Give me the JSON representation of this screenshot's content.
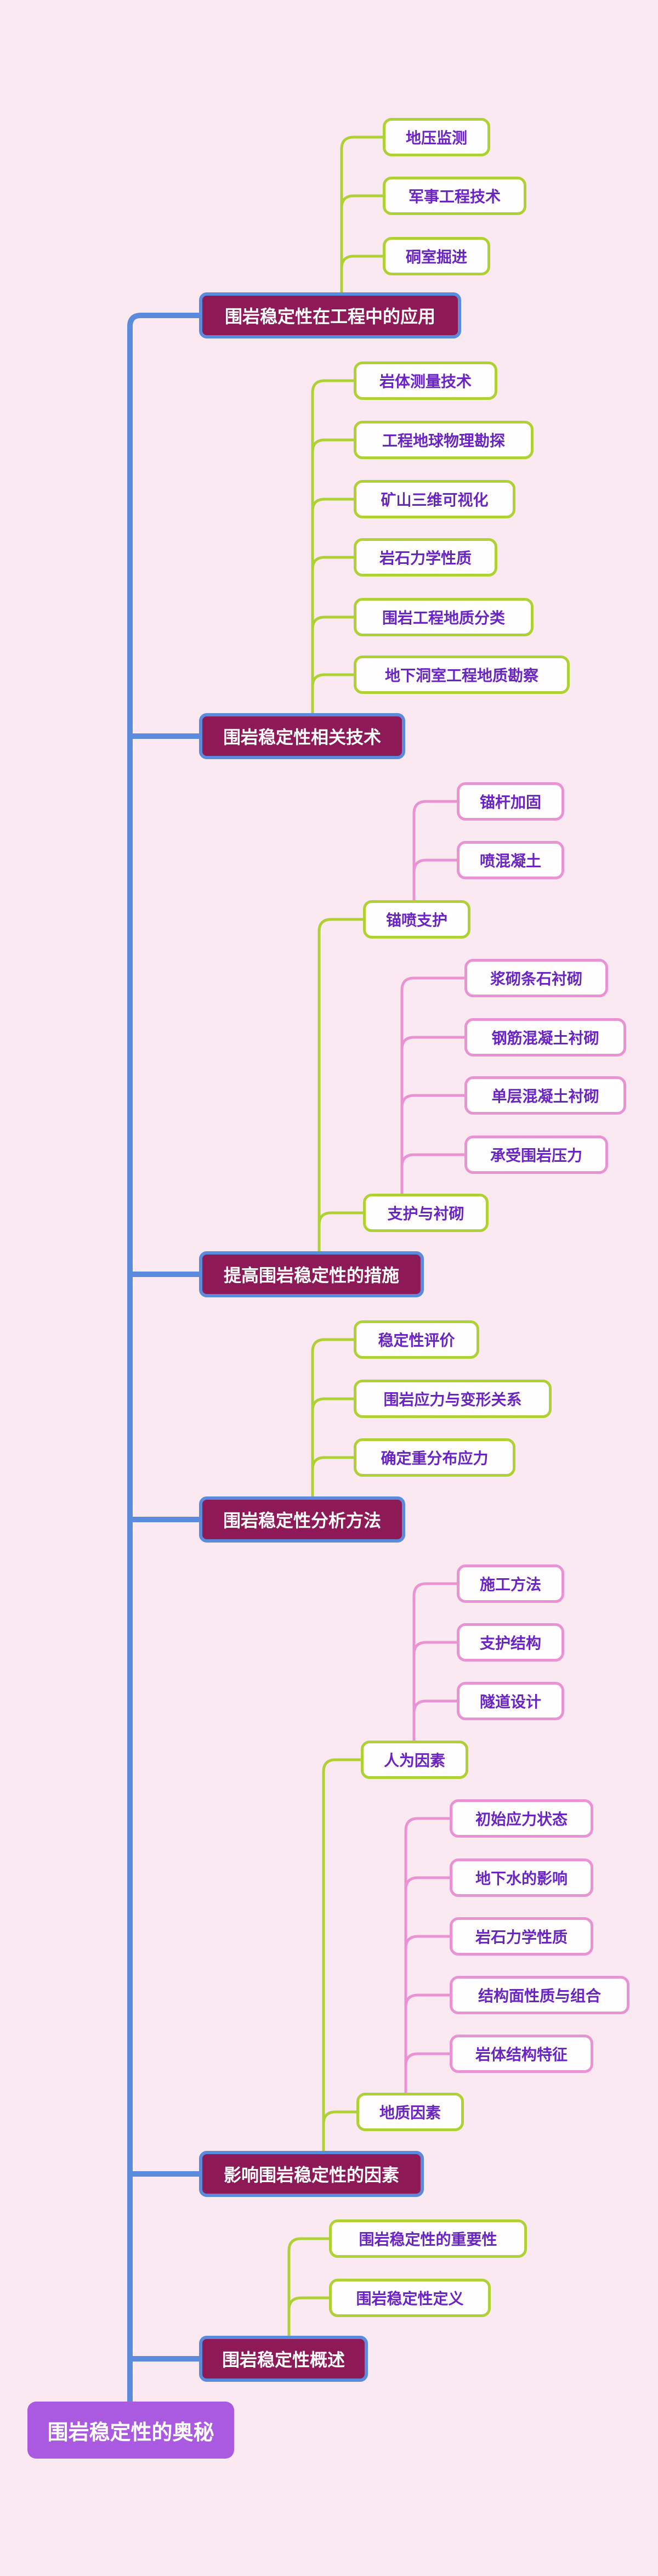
{
  "colors": {
    "background": "#fbe9f1",
    "spine_blue": "#5b8bdd",
    "branch_fill": "#8d1a56",
    "branch_text": "#ffffff",
    "leaf_border_green": "#aed134",
    "leaf_border_pink": "#ea93d4",
    "leaf_fill": "#fffdfe",
    "leaf_text_purple": "#6a24c4",
    "root_fill": "#aa5ae0",
    "root_text": "#ffffff"
  },
  "root": {
    "label": "围岩稳定性的奥秘"
  },
  "branches": [
    {
      "label": "围岩稳定性在工程中的应用",
      "children": [
        {
          "label": "地压监测"
        },
        {
          "label": "军事工程技术"
        },
        {
          "label": "硐室掘进"
        }
      ]
    },
    {
      "label": "围岩稳定性相关技术",
      "children": [
        {
          "label": "岩体测量技术"
        },
        {
          "label": "工程地球物理勘探"
        },
        {
          "label": "矿山三维可视化"
        },
        {
          "label": "岩石力学性质"
        },
        {
          "label": "围岩工程地质分类"
        },
        {
          "label": "地下洞室工程地质勘察"
        }
      ]
    },
    {
      "label": "提高围岩稳定性的措施",
      "children": [
        {
          "label": "锚喷支护",
          "children": [
            {
              "label": "锚杆加固"
            },
            {
              "label": "喷混凝土"
            }
          ]
        },
        {
          "label": "支护与衬砌",
          "children": [
            {
              "label": "浆砌条石衬砌"
            },
            {
              "label": "钢筋混凝土衬砌"
            },
            {
              "label": "单层混凝土衬砌"
            },
            {
              "label": "承受围岩压力"
            }
          ]
        }
      ]
    },
    {
      "label": "围岩稳定性分析方法",
      "children": [
        {
          "label": "稳定性评价"
        },
        {
          "label": "围岩应力与变形关系"
        },
        {
          "label": "确定重分布应力"
        }
      ]
    },
    {
      "label": "影响围岩稳定性的因素",
      "children": [
        {
          "label": "人为因素",
          "children": [
            {
              "label": "施工方法"
            },
            {
              "label": "支护结构"
            },
            {
              "label": "隧道设计"
            }
          ]
        },
        {
          "label": "地质因素",
          "children": [
            {
              "label": "初始应力状态"
            },
            {
              "label": "地下水的影响"
            },
            {
              "label": "岩石力学性质"
            },
            {
              "label": "结构面性质与组合"
            },
            {
              "label": "岩体结构特征"
            }
          ]
        }
      ]
    },
    {
      "label": "围岩稳定性概述",
      "children": [
        {
          "label": "围岩稳定性的重要性"
        },
        {
          "label": "围岩稳定性定义"
        }
      ]
    }
  ]
}
